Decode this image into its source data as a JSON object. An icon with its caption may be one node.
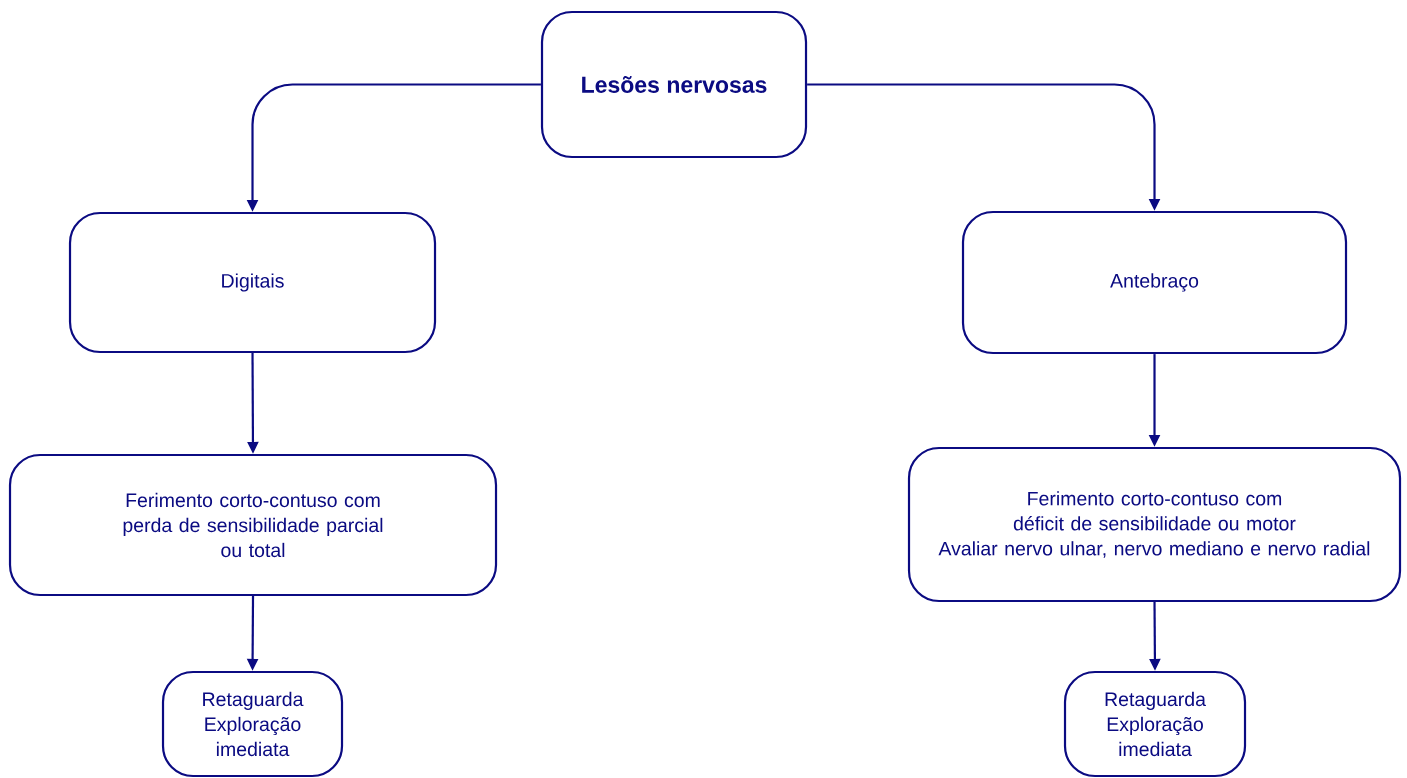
{
  "diagram": {
    "nodes": [
      {
        "text": [
          "Lesões nervosas"
        ]
      },
      {
        "text": [
          "Digitais"
        ]
      },
      {
        "text": [
          "Antebraço"
        ]
      },
      {
        "text": [
          "Ferimento corto-contuso com perda de sensibilidade parcial",
          "ou total"
        ]
      },
      {
        "text": [
          "Ferimento corto-contuso com déficit de sensibilidade ou motor",
          "Avaliar nervo ulnar, nervo mediano e nervo radial"
        ]
      },
      {
        "text": [
          "Retaguarda",
          "Exploração imediata"
        ]
      },
      {
        "text": [
          "Retaguarda",
          "Exploração imediata"
        ]
      }
    ],
    "edges": [
      {
        "from": 0,
        "to": 1,
        "arrow": "to"
      },
      {
        "from": 0,
        "to": 2,
        "arrow": "to"
      },
      {
        "from": 1,
        "to": 3,
        "arrow": "to"
      },
      {
        "from": 2,
        "to": 4,
        "arrow": "to"
      },
      {
        "from": 3,
        "to": 5,
        "arrow": "to"
      },
      {
        "from": 4,
        "to": 6,
        "arrow": "to"
      }
    ]
  }
}
